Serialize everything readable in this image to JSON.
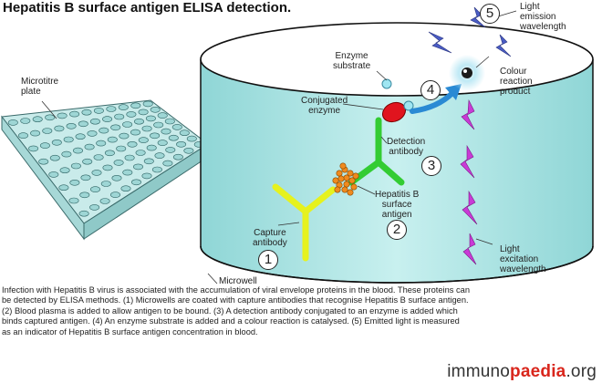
{
  "title": "Hepatitis B surface antigen ELISA detection.",
  "labels": {
    "microtitre_plate": [
      "Microtitre",
      "plate"
    ],
    "microwell": "Microwell",
    "enzyme_substrate": [
      "Enzyme",
      "substrate"
    ],
    "conjugated_enzyme": [
      "Conjugated",
      "enzyme"
    ],
    "detection_antibody": [
      "Detection",
      "antibody"
    ],
    "hbsag": [
      "Hepatitis B",
      "surface",
      "antigen"
    ],
    "capture_antibody": [
      "Capture",
      "antibody"
    ],
    "colour_reaction": [
      "Colour",
      "reaction",
      "product"
    ],
    "light_emission": [
      "Light",
      "emission",
      "wavelength"
    ],
    "light_excitation": [
      "Light",
      "excitation",
      "wavelength"
    ]
  },
  "steps": [
    "1",
    "2",
    "3",
    "4",
    "5"
  ],
  "caption": [
    "Infection with Hepatitis B virus is associated with the accumulation of viral envelope proteins in the blood. These  proteins can",
    "be detected by ELISA methods. (1) Microwells are coated with capture antibodies that recognise Hepatitis B surface antigen.",
    "(2) Blood plasma is added to allow antigen to be bound. (3) A detection antibody conjugated to an enzyme is  added which",
    "binds captured antigen. (4) An enzyme substrate is added and a colour reaction is catalysed. (5) Emitted light is measured",
    "as an indicator of Hepatitis B surface antigen concentration in blood."
  ],
  "logo": {
    "part1": "immuno",
    "part2": "paedia",
    "part3": ".org"
  },
  "colors": {
    "well_fill": "#aee6e6",
    "capture_antibody": "#e6f21e",
    "detection_antibody": "#33cc33",
    "antigen": "#f08a1e",
    "enzyme": "#e0141e",
    "arrow": "#2a8ad4",
    "excitation_light": "#c93ad6",
    "emission_light": "#4a5cc4"
  }
}
